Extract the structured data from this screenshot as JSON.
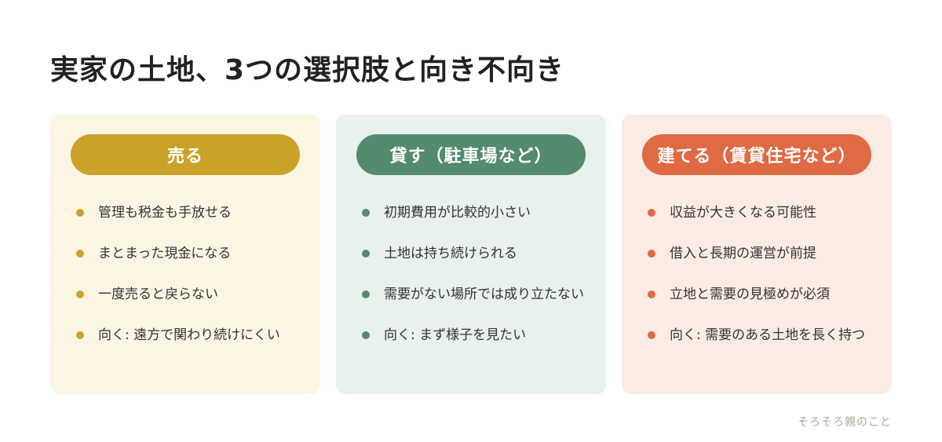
{
  "title": "実家の土地、3つの選択肢と向き不向き",
  "footer": "そろそろ親のこと",
  "cards": [
    {
      "label": "売る",
      "accent": "#c9a227",
      "background": "#fbf5e3",
      "items": [
        "管理も税金も手放せる",
        "まとまった現金になる",
        "一度売ると戻らない",
        "向く: 遠方で関わり続けにくい"
      ]
    },
    {
      "label": "貸す（駐車場など）",
      "accent": "#548a6e",
      "background": "#e9f1ec",
      "items": [
        "初期費用が比較的小さい",
        "土地は持ち続けられる",
        "需要がない場所では成り立たない",
        "向く: まず様子を見たい"
      ]
    },
    {
      "label": "建てる（賃貸住宅など）",
      "accent": "#e06a44",
      "background": "#fbebe5",
      "items": [
        "収益が大きくなる可能性",
        "借入と長期の運営が前提",
        "立地と需要の見極めが必須",
        "向く: 需要のある土地を長く持つ"
      ]
    }
  ]
}
